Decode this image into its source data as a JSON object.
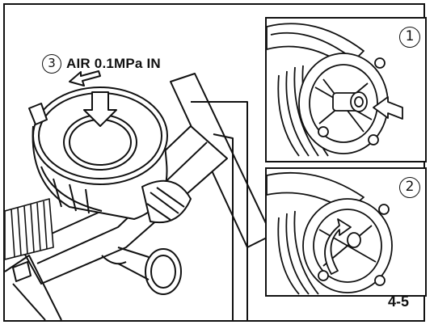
{
  "air_instruction": {
    "step": "3",
    "label": "AIR 0.1MPa IN"
  },
  "insets": [
    {
      "step": "1"
    },
    {
      "step": "2"
    }
  ],
  "figure_number": "4-5"
}
